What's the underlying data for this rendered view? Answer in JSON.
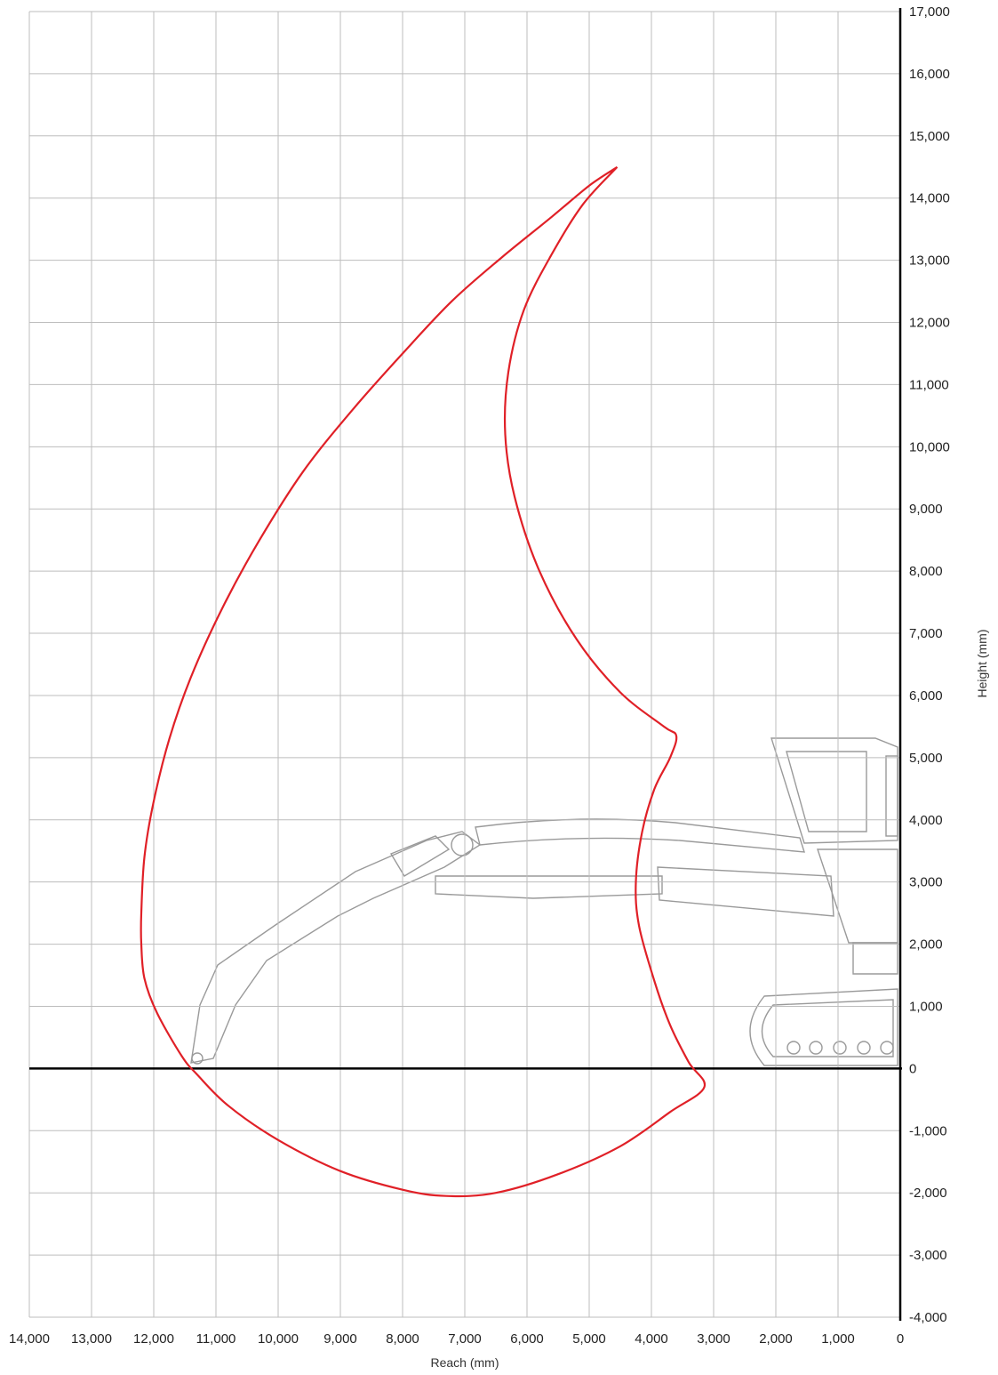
{
  "chart_data": {
    "type": "line",
    "title": "",
    "xlabel": "Reach (mm)",
    "ylabel": "Height (mm)",
    "xlim": [
      14000,
      0
    ],
    "ylim": [
      -4000,
      17000
    ],
    "x_reversed": true,
    "grid": true,
    "x_ticks": [
      14000,
      13000,
      12000,
      11000,
      10000,
      9000,
      8000,
      7000,
      6000,
      5000,
      4000,
      3000,
      2000,
      1000,
      0
    ],
    "x_tick_labels": [
      "14,000",
      "13,000",
      "12,000",
      "11,000",
      "10,000",
      "9,000",
      "8,000",
      "7,000",
      "6,000",
      "5,000",
      "4,000",
      "3,000",
      "2,000",
      "1,000",
      "0"
    ],
    "y_ticks": [
      17000,
      16000,
      15000,
      14000,
      13000,
      12000,
      11000,
      10000,
      9000,
      8000,
      7000,
      6000,
      5000,
      4000,
      3000,
      2000,
      1000,
      0,
      -1000,
      -2000,
      -3000,
      -4000
    ],
    "y_tick_labels": [
      "17,000",
      "16,000",
      "15,000",
      "14,000",
      "13,000",
      "12,000",
      "11,000",
      "10,000",
      "9,000",
      "8,000",
      "7,000",
      "6,000",
      "5,000",
      "4,000",
      "3,000",
      "2,000",
      "1,000",
      "0",
      "-1,000",
      "-2,000",
      "-3,000",
      "-4,000"
    ],
    "series": [
      {
        "color": "#e02027",
        "points": [
          [
            4550,
            14500
          ],
          [
            5000,
            14200
          ],
          [
            5600,
            13700
          ],
          [
            6400,
            13050
          ],
          [
            7200,
            12350
          ],
          [
            8000,
            11500
          ],
          [
            8800,
            10600
          ],
          [
            9600,
            9600
          ],
          [
            10300,
            8500
          ],
          [
            10900,
            7400
          ],
          [
            11400,
            6300
          ],
          [
            11750,
            5300
          ],
          [
            12000,
            4300
          ],
          [
            12150,
            3400
          ],
          [
            12200,
            2500
          ],
          [
            12200,
            2000
          ],
          [
            12150,
            1450
          ],
          [
            11950,
            900
          ],
          [
            11550,
            200
          ],
          [
            11300,
            -100
          ],
          [
            10800,
            -600
          ],
          [
            10000,
            -1150
          ],
          [
            9000,
            -1650
          ],
          [
            8000,
            -1950
          ],
          [
            7300,
            -2050
          ],
          [
            6500,
            -2000
          ],
          [
            5500,
            -1700
          ],
          [
            4500,
            -1250
          ],
          [
            3700,
            -700
          ],
          [
            3150,
            -300
          ],
          [
            3400,
            100
          ],
          [
            3700,
            700
          ],
          [
            3950,
            1400
          ],
          [
            4200,
            2300
          ],
          [
            4250,
            3000
          ],
          [
            4150,
            3800
          ],
          [
            3950,
            4500
          ],
          [
            3700,
            5000
          ],
          [
            3600,
            5350
          ],
          [
            3800,
            5500
          ],
          [
            4500,
            6050
          ],
          [
            5200,
            6900
          ],
          [
            5800,
            8000
          ],
          [
            6200,
            9200
          ],
          [
            6350,
            10200
          ],
          [
            6300,
            11200
          ],
          [
            6050,
            12200
          ],
          [
            5600,
            13100
          ],
          [
            5100,
            13900
          ],
          [
            4550,
            14500
          ]
        ]
      }
    ]
  }
}
